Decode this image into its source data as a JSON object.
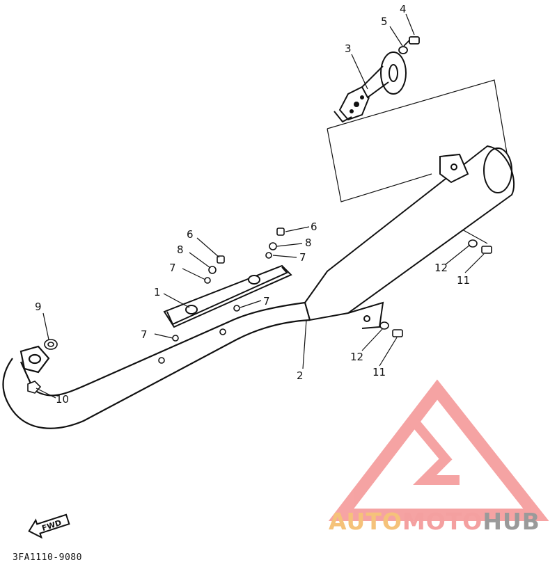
{
  "callouts": {
    "c1": "1",
    "c2": "2",
    "c3": "3",
    "c4": "4",
    "c5": "5",
    "c6a": "6",
    "c6b": "6",
    "c7a": "7",
    "c7b": "7",
    "c7c": "7",
    "c7d": "7",
    "c8a": "8",
    "c8b": "8",
    "c9": "9",
    "c10": "10",
    "c11a": "11",
    "c11b": "11",
    "c12a": "12",
    "c12b": "12"
  },
  "fwd_label": "FWD",
  "diagram_code": "3FA1110-9080",
  "watermark": {
    "part1": "AUTO",
    "part2": "MOTO",
    "part3": "HUB",
    "color1": "#f5c27a",
    "color2": "#f4a0a0",
    "color3": "#9a9a9a",
    "logo_color": "#f59a9a"
  }
}
